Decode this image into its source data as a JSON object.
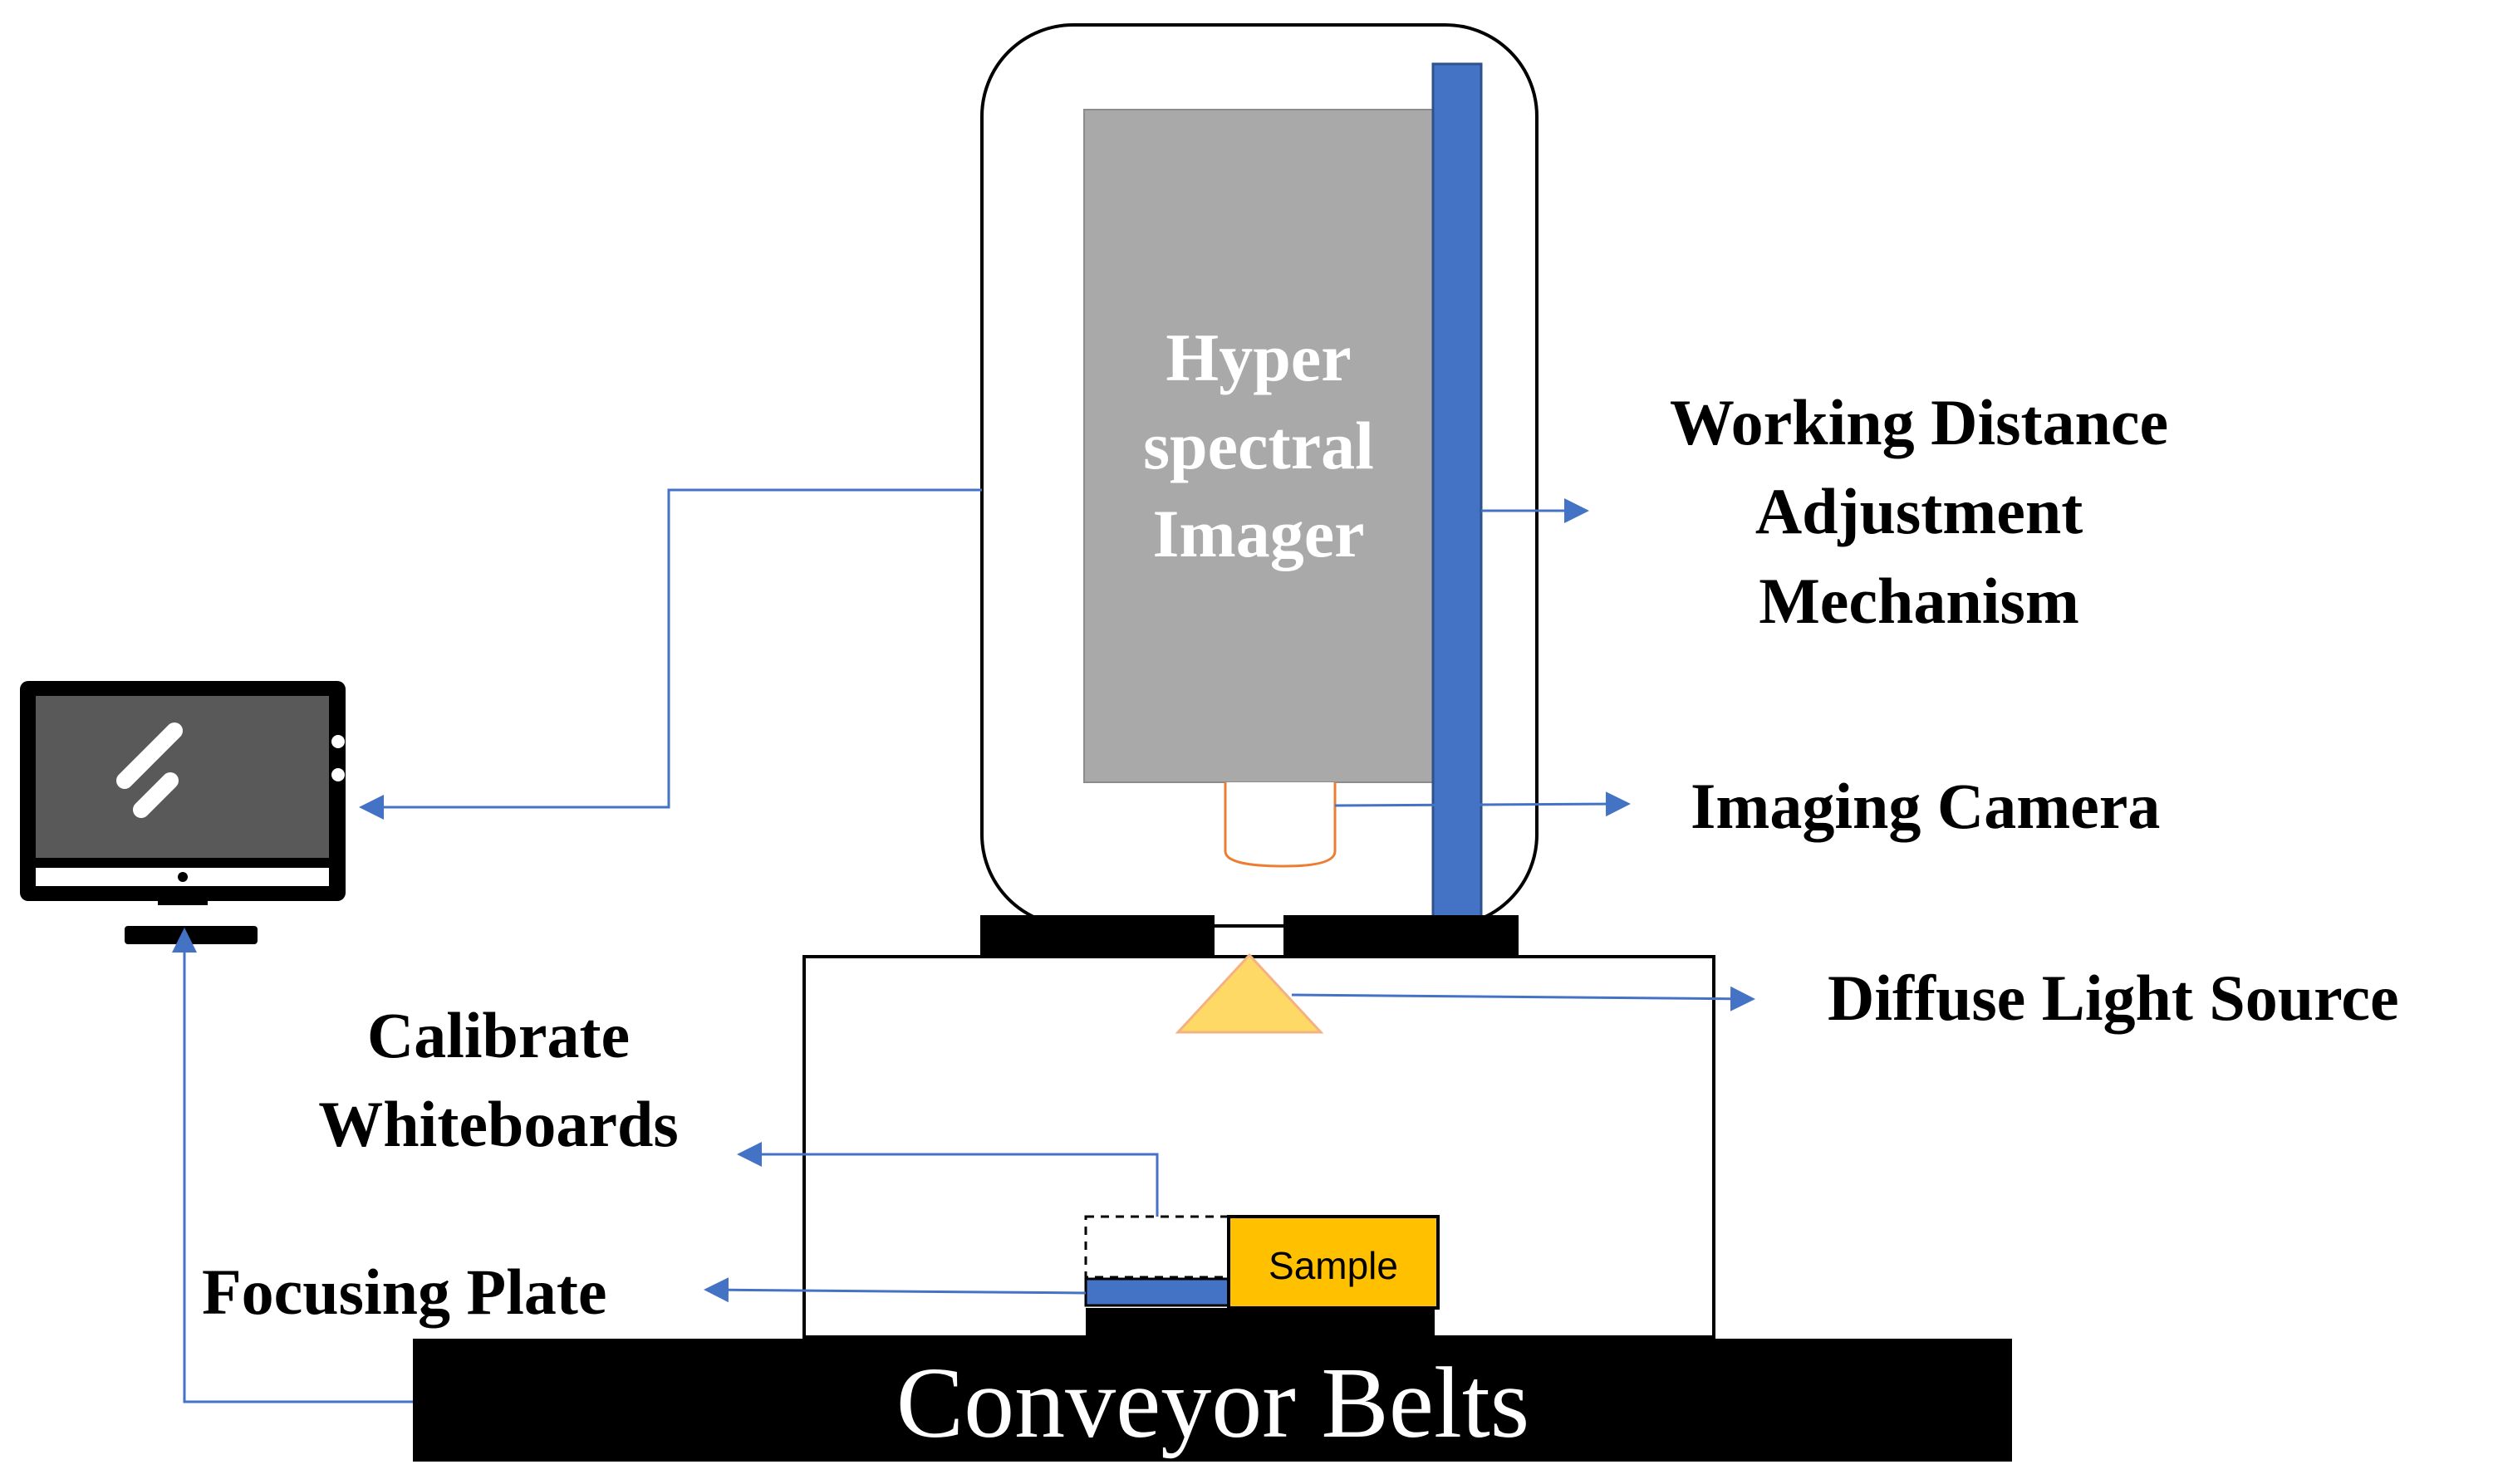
{
  "imager": {
    "line1": "Hyper",
    "line2": "spectral",
    "line3": "Imager"
  },
  "labels": {
    "working_distance_line1": "Working Distance",
    "working_distance_line2": "Adjustment",
    "working_distance_line3": "Mechanism",
    "imaging_camera": "Imaging Camera",
    "diffuse_light": "Diffuse Light Source",
    "calibrate_line1": "Calibrate",
    "calibrate_line2": "Whiteboards",
    "focusing_plate": "Focusing Plate",
    "sample": "Sample",
    "conveyor": "Conveyor Belts"
  },
  "colors": {
    "mechanism_blue": "#4472c4",
    "connector_blue": "#4472c4",
    "imager_gray": "#a9a9a9",
    "sample_yellow": "#ffc000",
    "light_yellow": "#ffd966",
    "lens_orange": "#ed7d31",
    "monitor_screen": "#595959"
  },
  "icons": {
    "computer": "desktop-monitor-icon"
  }
}
